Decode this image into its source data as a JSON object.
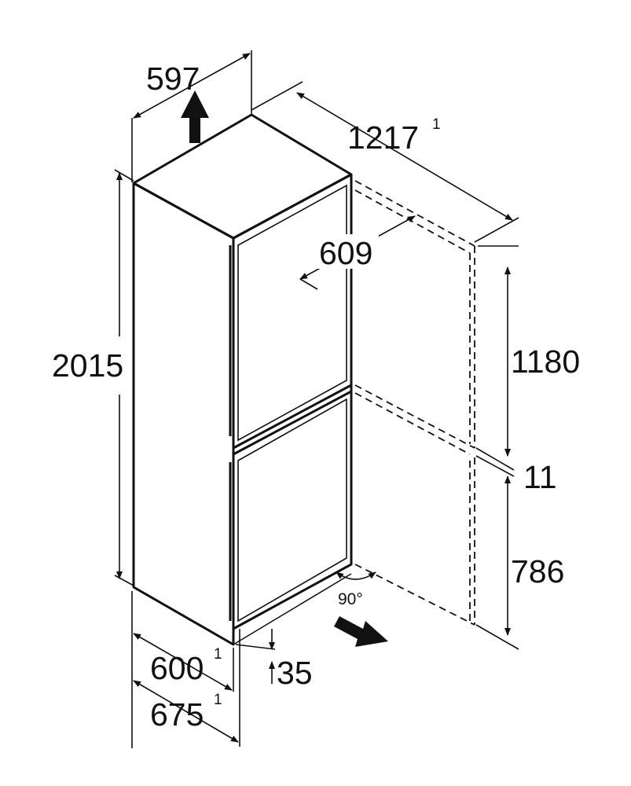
{
  "dimensions": {
    "width": "597",
    "depth_door_open": "1217",
    "depth_door_open_note": "1",
    "door_width": "609",
    "height": "2015",
    "upper_door_height": "1180",
    "door_gap": "11",
    "lower_door_height": "786",
    "depth": "600",
    "depth_note": "1",
    "depth_with_handle": "675",
    "depth_with_handle_note": "1",
    "plinth_gap": "35",
    "hinge_angle": "90°"
  },
  "colors": {
    "line": "#111111",
    "background": "#ffffff"
  },
  "icons": [
    "arrow-up-icon",
    "arrow-diagonal-icon"
  ]
}
